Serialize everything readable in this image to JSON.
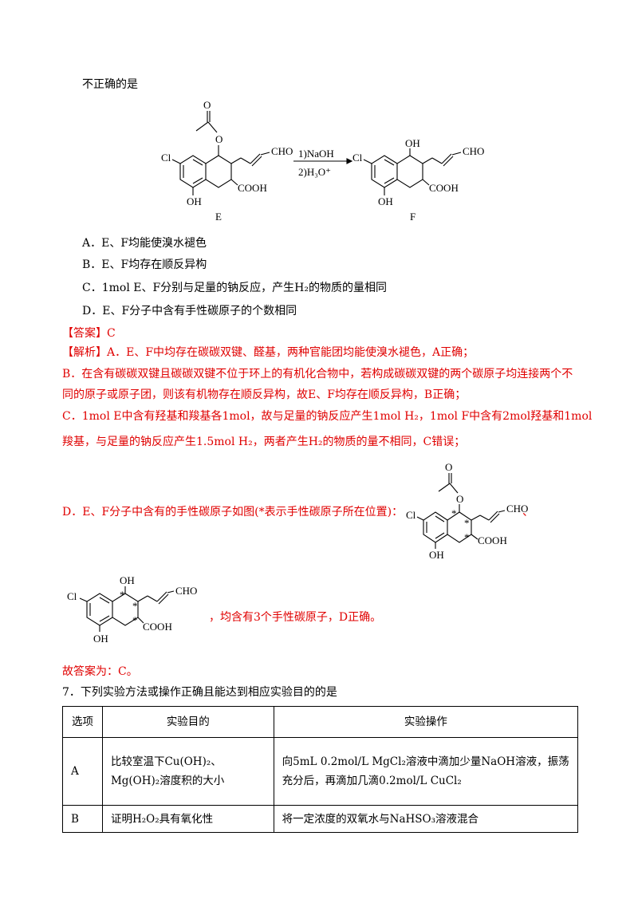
{
  "question_tail": "不正确的是",
  "scheme": {
    "E_label": "E",
    "F_label": "F",
    "reagent1": "1)NaOH",
    "reagent2": "2)H₃O⁺",
    "cl": "Cl",
    "cho": "CHO",
    "cooh": "COOH",
    "oh": "OH",
    "o": "O"
  },
  "options": [
    "A．E、F均能使溴水褪色",
    "B．E、F均存在顺反异构",
    "C．1mol E、F分别与足量的钠反应，产生H₂的物质的量相同",
    "D．E、F分子中含有手性碳原子的个数相同"
  ],
  "answer": "【答案】C",
  "analysis": {
    "a": "【解析】A．E、F中均存在碳碳双键、醛基，两种官能团均能使溴水褪色，A正确；",
    "b1": "B．在含有碳碳双键且碳碳双键不位于环上的有机化合物中，若构成碳碳双键的两个碳原子均连接两个不",
    "b2": "同的原子或原子团，则该有机物存在顺反异构，故E、F均存在顺反异构，B正确；",
    "c1": "C．1mol E中含有羟基和羧基各1mol，故与足量的钠反应产生1mol H₂，1mol F中含有2mol羟基和1mol",
    "c2": "羧基，与足量的钠反应产生1.5mol H₂，两者产生H₂的物质的量不相同，C错误；",
    "d1": "D．E、F分子中含有的手性碳原子如图(*表示手性碳原子所在位置)：",
    "d_sep": "、",
    "d2": "，均含有3个手性碳原子，D正确。",
    "star": "*",
    "conclusion": "故答案为：C。"
  },
  "question7": "7．下列实验方法或操作正确且能达到相应实验目的的是",
  "table": {
    "headers": [
      "选项",
      "实验目的",
      "实验操作"
    ],
    "rows": [
      {
        "option": "A",
        "purpose1": "比较室温下Cu(OH)₂、",
        "purpose2": "Mg(OH)₂溶度积的大小",
        "operation1": "向5mL 0.2mol/L MgCl₂溶液中滴加少量NaOH溶液，振荡",
        "operation2": "充分后，再滴加几滴0.2mol/L CuCl₂"
      },
      {
        "option": "B",
        "purpose1": "证明H₂O₂具有氧化性",
        "operation1": "将一定浓度的双氧水与NaHSO₃溶液混合"
      }
    ]
  }
}
